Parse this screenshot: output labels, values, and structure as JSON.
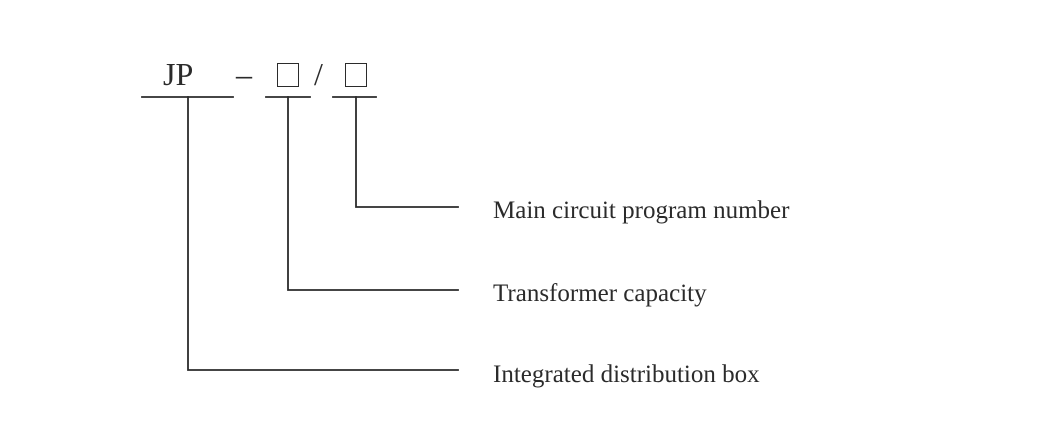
{
  "code": {
    "prefix": "JP",
    "dash": "–",
    "slash": "/"
  },
  "labels": [
    {
      "text": "Main circuit program number"
    },
    {
      "text": "Transformer capacity"
    },
    {
      "text": "Integrated distribution box"
    }
  ]
}
